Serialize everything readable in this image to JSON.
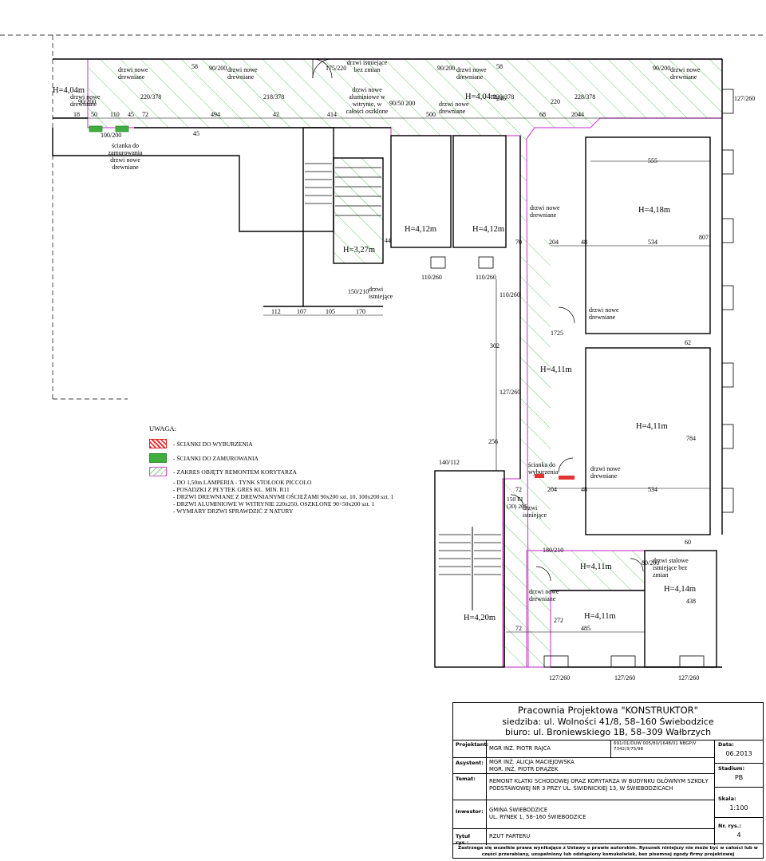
{
  "room_heights": [
    "H=4,04m",
    "H=4,04m",
    "H=4,12m",
    "H=4,12m",
    "H=4,18m",
    "H=3,27m",
    "H=4,11m",
    "H=4,11m",
    "H=4,11m",
    "H=4,11m",
    "H=4,14m",
    "H=4,20m"
  ],
  "door_notes": {
    "new_wood": "drzwi nowe drewniane",
    "existing_no_change": "drzwi istniejące bez zmian",
    "alu_vitrine": "drzwi nowe aluminiowe w witrynie, w całości oszklone",
    "existing": "drzwi istniejące",
    "wall_to_close": "ścianka do zamurowania drzwi nowe drewniane",
    "wall_to_demolish": "ścianka do wyburzenia",
    "steel_existing": "drzwi stalowe istniejące bez zmian",
    "ei_door": "150 EI (30) 205"
  },
  "dimensions": [
    "90/200",
    "220/378",
    "58",
    "90/200",
    "218/378",
    "175/220",
    "90/50 200",
    "90/200",
    "58",
    "246",
    "220/378",
    "220",
    "228/378",
    "90/200",
    "127/260",
    "18",
    "50",
    "110",
    "45",
    "72",
    "494",
    "42",
    "414",
    "500",
    "68",
    "204",
    "44",
    "100/200",
    "45",
    "555",
    "807",
    "534",
    "48",
    "70",
    "204",
    "44",
    "112",
    "107",
    "105",
    "170",
    "150/210",
    "110/260",
    "110/260",
    "110/260",
    "302",
    "1725",
    "62",
    "127/260",
    "256",
    "140/112",
    "784",
    "72",
    "204",
    "534",
    "48",
    "60",
    "180/210",
    "80/200",
    "438",
    "272",
    "485",
    "72",
    "127/260",
    "127/260",
    "127/260"
  ],
  "legend": {
    "heading": "UWAGA:",
    "items": [
      {
        "label": "- ŚCIANKI DO WYBURZENIA",
        "color": "#e33333"
      },
      {
        "label": "- ŚCIANKI DO ZAMUROWANIA",
        "color": "#3fae3f"
      },
      {
        "label": "- ZAKRES OBJĘTY REMONTEM KORYTARZA",
        "color": "#7ed07e"
      }
    ],
    "notes": [
      "- DO 1,50m LAMPERIA - TYNK STOLOOK PICCOLO",
      "- POSADZKI Z PŁYTEK GRES KL. MIN. R11",
      "- DRZWI DREWNIANE Z DREWNIANYMI OŚCIEŻAMI 90x200 szt. 10, 100x200 szt. 1",
      "- DRZWI ALUMINIOWE W WITRYNIE 220x250, OSZKLONE 90÷50x200 szt. 1",
      "- WYMIARY DRZWI SPRAWDZIĆ Z NATURY"
    ]
  },
  "title_block": {
    "firm_name": "Pracownia Projektowa \"KONSTRUKTOR\"",
    "firm_seat": "siedziba: ul. Wolności 41/8, 58–160 Świebodzice",
    "firm_office": "biuro: ul. Broniewskiego 1B, 58–309 Wałbrzych",
    "projektant_label": "Projektant:",
    "projektant": "MGR INŻ. PIOTR RAJCA",
    "projektant_nr": "691/01/DUW 005/80/1648/01 NBGP/V 7342/3/75/98",
    "asystent_label": "Asystent:",
    "asystent_1": "MGR INŻ. ALICJA MACIEJOWSKA",
    "asystent_2": "MGR. INŻ. PIOTR DRĄŻEK",
    "temat_label": "Temat:",
    "temat": "REMONT KLATKI SCHODOWEJ ORAZ KORYTARZA W BUDYNKU GŁÓWNYM SZKOŁY PODSTAWOWEJ NR 3 PRZY UL. ŚWIDNICKIEJ 13, W ŚWIEBODZICACH",
    "inwestor_label": "Inwestor:",
    "inwestor_1": "GMINA ŚWIEBODZICE",
    "inwestor_2": "UL. RYNEK 1, 58–160 ŚWIEBODZICE",
    "tytul_label": "Tytuł rys.:",
    "tytul": "RZUT PARTERU",
    "data_label": "Data:",
    "data": "06.2013",
    "stadium_label": "Stadium:",
    "stadium": "PB",
    "skala_label": "Skala:",
    "skala": "1:100",
    "nr_label": "Nr. rys.:",
    "nr": "4",
    "footer": "Zastrzega się wszelkie prawa wynikające z Ustawy o prawie autorskim. Rysunek niniejszy nie może być w całości lub w części przerabiany, uzupełniony lub odstąpiony komukolwiek, bez pisemnej zgody firmy projektowej"
  }
}
